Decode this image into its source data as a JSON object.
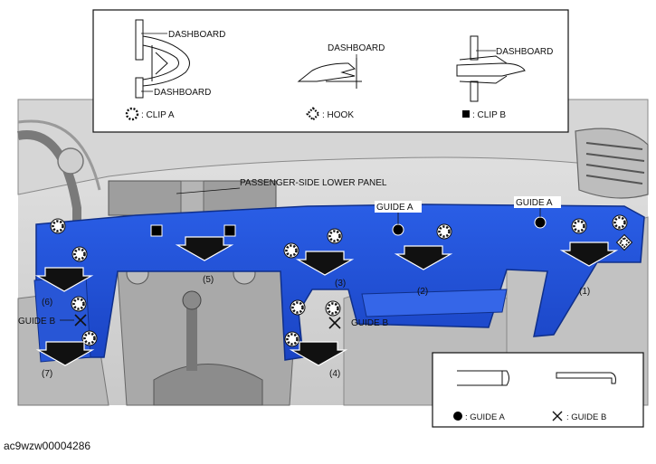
{
  "diagram": {
    "panel_title": "PASSENGER-SIDE LOWER PANEL",
    "legend_top": {
      "clip_a_upper_label": "DASHBOARD",
      "clip_a_lower_label": "DASHBOARD",
      "clip_a_caption": ": CLIP A",
      "hook_top_label": "DASHBOARD",
      "hook_caption": ": HOOK",
      "clip_b_label": "DASHBOARD",
      "clip_b_caption": ": CLIP B"
    },
    "legend_bottom": {
      "guide_a_caption": ": GUIDE A",
      "guide_b_caption": ": GUIDE B"
    },
    "guide_labels": [
      "GUIDE A",
      "GUIDE A",
      "GUIDE B",
      "GUIDE B"
    ],
    "step_labels": [
      "(1)",
      "(2)",
      "(3)",
      "(4)",
      "(5)",
      "(6)",
      "(7)"
    ],
    "image_code": "ac9wzw00004286",
    "colors": {
      "panel": "#1e4fd8",
      "arrow": "#111111",
      "background": "#ffffff"
    }
  }
}
